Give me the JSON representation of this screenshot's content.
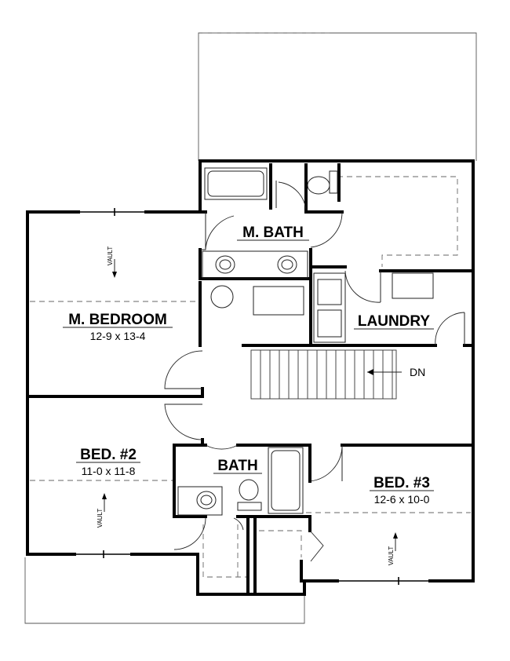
{
  "rooms": {
    "master_bedroom": {
      "name": "M. BEDROOM",
      "dims": "12-9  x  13-4"
    },
    "master_bath": {
      "name": "M. BATH"
    },
    "laundry": {
      "name": "LAUNDRY"
    },
    "bedroom_2": {
      "name": "BED. #2",
      "dims": "11-0  x  11-8"
    },
    "bath": {
      "name": "BATH"
    },
    "bedroom_3": {
      "name": "BED. #3",
      "dims": "12-6  x  10-0"
    }
  },
  "labels": {
    "vault": "VAULT",
    "stairs_down": "DN"
  }
}
